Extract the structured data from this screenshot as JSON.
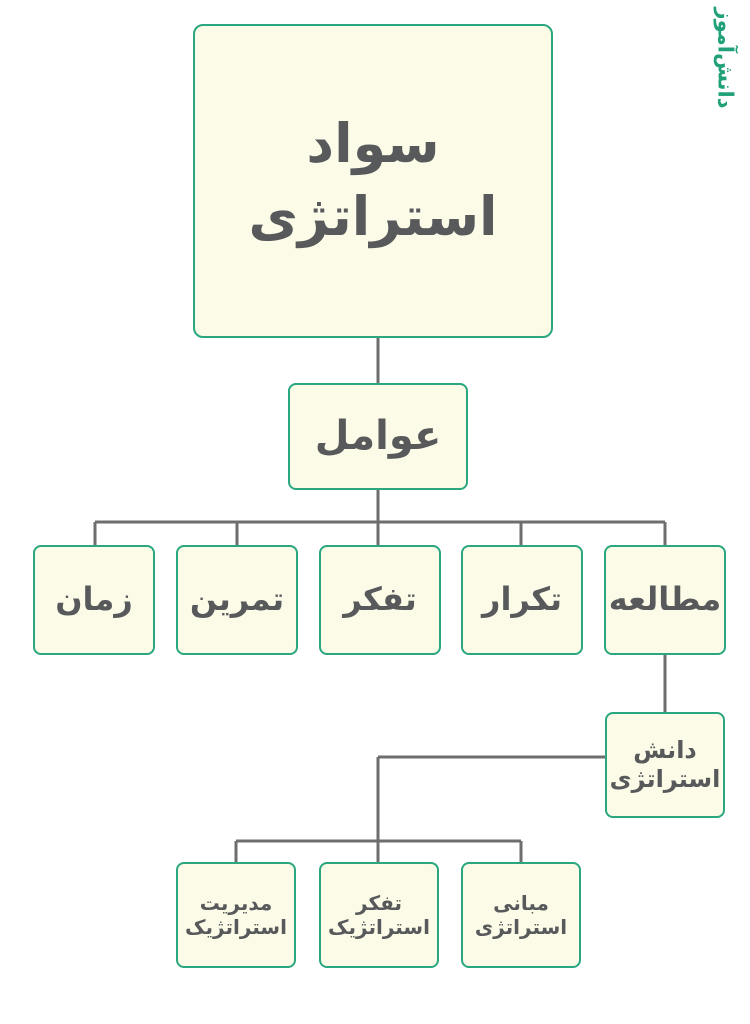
{
  "page": {
    "background_color": "#ffffff",
    "direction": "rtl",
    "language": "fa"
  },
  "theme": {
    "node_fill": "#fbfbe8",
    "node_border": "#2aa77f",
    "node_text": "#58595b",
    "connector_color": "#6e6e6e",
    "watermark_color": "#21a179"
  },
  "watermark": {
    "text": "دانش‌آموز",
    "rotation_degrees": 90
  },
  "chart_data": {
    "type": "diagram",
    "subtype": "hierarchy-tree",
    "title": "سواد استراتژی",
    "orientation": "top-down",
    "nodes": [
      {
        "id": "root",
        "label": "سواد\nاستراتژی",
        "level": 0,
        "parent": null
      },
      {
        "id": "factors",
        "label": "عوامل",
        "level": 1,
        "parent": "root"
      },
      {
        "id": "time",
        "label": "زمان",
        "level": 2,
        "parent": "factors"
      },
      {
        "id": "practice",
        "label": "تمرین",
        "level": 2,
        "parent": "factors"
      },
      {
        "id": "thinking",
        "label": "تفکر",
        "level": 2,
        "parent": "factors"
      },
      {
        "id": "repetition",
        "label": "تکرار",
        "level": 2,
        "parent": "factors"
      },
      {
        "id": "study",
        "label": "مطالعه",
        "level": 2,
        "parent": "factors"
      },
      {
        "id": "knowledge",
        "label": "دانش\nاستراتژی",
        "level": 3,
        "parent": "study"
      },
      {
        "id": "management",
        "label": "مدیریت\nاستراتژیک",
        "level": 4,
        "parent": "knowledge"
      },
      {
        "id": "strat_think",
        "label": "تفکر\nاستراتژیک",
        "level": 4,
        "parent": "knowledge"
      },
      {
        "id": "basics",
        "label": "مبانی\nاستراتژی",
        "level": 4,
        "parent": "knowledge"
      }
    ],
    "edges": [
      {
        "from": "root",
        "to": "factors"
      },
      {
        "from": "factors",
        "to": "time"
      },
      {
        "from": "factors",
        "to": "practice"
      },
      {
        "from": "factors",
        "to": "thinking"
      },
      {
        "from": "factors",
        "to": "repetition"
      },
      {
        "from": "factors",
        "to": "study"
      },
      {
        "from": "study",
        "to": "knowledge"
      },
      {
        "from": "knowledge",
        "to": "management"
      },
      {
        "from": "knowledge",
        "to": "strat_think"
      },
      {
        "from": "knowledge",
        "to": "basics"
      }
    ]
  },
  "nodes": {
    "root": {
      "label": "سواد\nاستراتژی"
    },
    "factors": {
      "label": "عوامل"
    },
    "time": {
      "label": "زمان"
    },
    "practice": {
      "label": "تمرین"
    },
    "thinking": {
      "label": "تفکر"
    },
    "repetition": {
      "label": "تکرار"
    },
    "study": {
      "label": "مطالعه"
    },
    "knowledge": {
      "label": "دانش\nاستراتژی"
    },
    "management": {
      "label": "مدیریت\nاستراتژیک"
    },
    "strat_think": {
      "label": "تفکر\nاستراتژیک"
    },
    "basics": {
      "label": "مبانی\nاستراتژی"
    }
  }
}
